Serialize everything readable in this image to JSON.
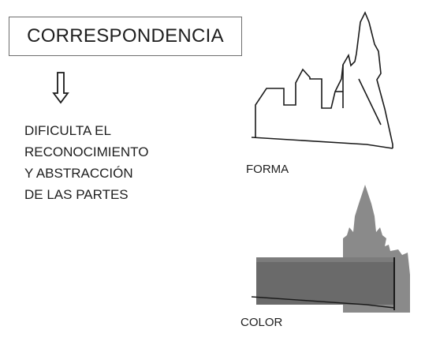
{
  "title": "CORRESPONDENCIA",
  "description_lines": [
    "DIFICULTA EL",
    "RECONOCIMIENTO",
    "Y ABSTRACCIÓN",
    "DE LAS PARTES"
  ],
  "panels": {
    "forma_label": "FORMA",
    "color_label": "COLOR"
  },
  "colors": {
    "line": "#1a1a1a",
    "facade_fill": "#6a6a6a",
    "tower_fill": "#8a8a8a"
  }
}
